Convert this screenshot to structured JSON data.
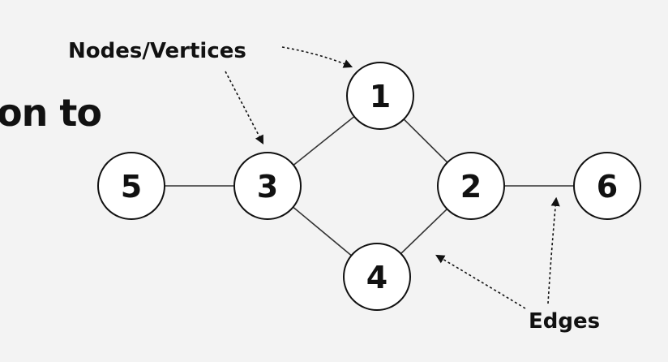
{
  "title_fragment": "on to",
  "nodes": [
    {
      "id": "1",
      "label": "1"
    },
    {
      "id": "2",
      "label": "2"
    },
    {
      "id": "3",
      "label": "3"
    },
    {
      "id": "4",
      "label": "4"
    },
    {
      "id": "5",
      "label": "5"
    },
    {
      "id": "6",
      "label": "6"
    }
  ],
  "edges": [
    {
      "from": "5",
      "to": "3"
    },
    {
      "from": "3",
      "to": "1"
    },
    {
      "from": "1",
      "to": "2"
    },
    {
      "from": "3",
      "to": "4"
    },
    {
      "from": "4",
      "to": "2"
    },
    {
      "from": "2",
      "to": "6"
    }
  ],
  "annotations": {
    "nodes_label": "Nodes/Vertices",
    "edges_label": "Edges"
  }
}
